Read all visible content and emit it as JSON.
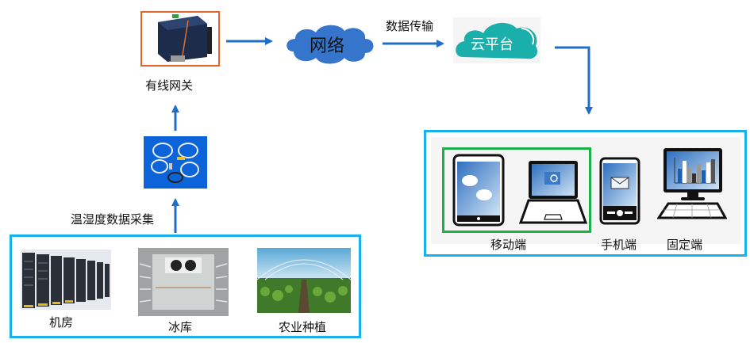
{
  "diagram": {
    "gateway": {
      "label": "有线网关",
      "icon": "wired-gateway-device"
    },
    "network": {
      "label": "网络",
      "icon": "cloud-shape",
      "color": "#3575cc"
    },
    "transfer": {
      "label": "数据传输"
    },
    "cloud_platform": {
      "label": "云平台",
      "icon": "cloud-shape",
      "color": "#1aafaa"
    },
    "sensor": {
      "icon": "temperature-humidity-sensor-cables",
      "bg_color": "#0d63d8"
    },
    "collection": {
      "label": "温湿度数据采集"
    },
    "sources": [
      {
        "label": "机房",
        "icon": "server-room-photo"
      },
      {
        "label": "冰库",
        "icon": "cold-storage-photo"
      },
      {
        "label": "农业种植",
        "icon": "greenhouse-photo"
      }
    ],
    "terminals": {
      "mobile": {
        "label": "移动端",
        "icons": [
          "tablet-icon",
          "laptop-icon"
        ]
      },
      "phone": {
        "label": "手机端",
        "icon": "phone-icon"
      },
      "fixed": {
        "label": "固定端",
        "icon": "desktop-icon"
      }
    },
    "colors": {
      "arrow": "#1f6fc6",
      "panel_border": "#1ab0e8",
      "mobile_group_border": "#1bb04a",
      "gateway_border": "#e8632a"
    }
  }
}
